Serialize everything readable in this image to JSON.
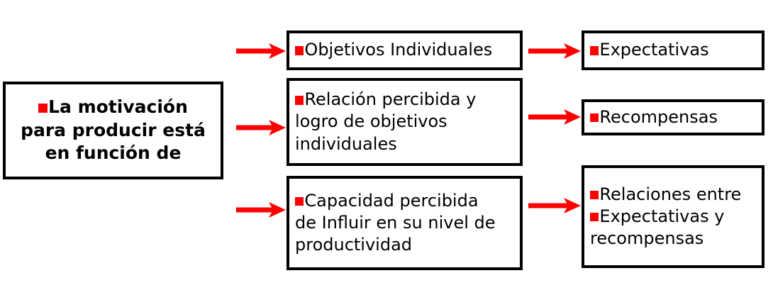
{
  "diagram": {
    "title_text": "La motivación para producir está en función de",
    "accent_color": "#ff0000",
    "border_color": "#000000",
    "background_color": "#ffffff",
    "bullet_icon": "red-square-bullet"
  },
  "root": {
    "name": "motivacion-box",
    "lines": [
      "La motivación",
      "para producir está",
      "en función de"
    ],
    "bulleted": [
      true,
      false,
      false
    ]
  },
  "middle_column": [
    {
      "name": "objetivos-individuales-box",
      "lines": [
        "Objetivos Individuales"
      ],
      "bulleted": [
        true
      ]
    },
    {
      "name": "relacion-percibida-box",
      "lines": [
        "Relación percibida y",
        "logro de objetivos",
        "individuales"
      ],
      "bulleted": [
        true,
        false,
        false
      ]
    },
    {
      "name": "capacidad-percibida-box",
      "lines": [
        "Capacidad percibida",
        "de Influir en su nivel de",
        "productividad"
      ],
      "bulleted": [
        true,
        false,
        false
      ]
    }
  ],
  "right_column": [
    {
      "name": "expectativas-box",
      "lines": [
        "Expectativas"
      ],
      "bulleted": [
        true
      ]
    },
    {
      "name": "recompensas-box",
      "lines": [
        "Recompensas"
      ],
      "bulleted": [
        true
      ]
    },
    {
      "name": "relaciones-entre-box",
      "lines": [
        "Relaciones entre",
        "Expectativas y",
        "recompensas"
      ],
      "bulleted": [
        true,
        true,
        false
      ]
    }
  ],
  "arrows": [
    {
      "name": "arrow-root-to-objetivos",
      "from": "motivacion-box",
      "to": "objetivos-individuales-box"
    },
    {
      "name": "arrow-root-to-relacion",
      "from": "motivacion-box",
      "to": "relacion-percibida-box"
    },
    {
      "name": "arrow-root-to-capacidad",
      "from": "motivacion-box",
      "to": "capacidad-percibida-box"
    },
    {
      "name": "arrow-objetivos-to-expectativas",
      "from": "objetivos-individuales-box",
      "to": "expectativas-box"
    },
    {
      "name": "arrow-relacion-to-recompensas",
      "from": "relacion-percibida-box",
      "to": "recompensas-box"
    },
    {
      "name": "arrow-capacidad-to-relaciones",
      "from": "capacidad-percibida-box",
      "to": "relaciones-entre-box"
    }
  ]
}
